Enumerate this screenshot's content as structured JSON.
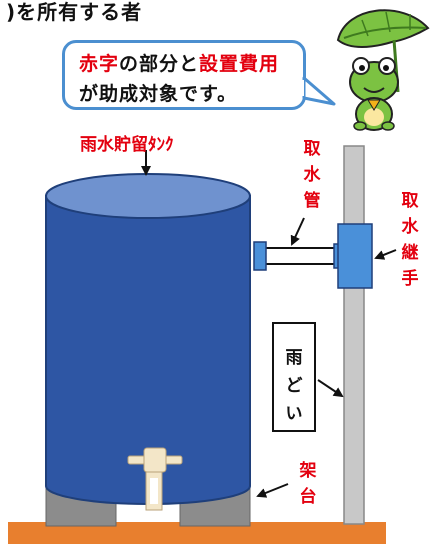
{
  "header": {
    "title": ")を所有する者"
  },
  "bubble": {
    "line1": [
      {
        "text": "赤字",
        "red": true
      },
      {
        "text": "の部分と",
        "red": false
      },
      {
        "text": "設置費用",
        "red": true
      }
    ],
    "line2": "が助成対象です。"
  },
  "labels": {
    "tank": "雨水貯留ﾀﾝｸ",
    "intake_pipe": [
      "取",
      "水",
      "管"
    ],
    "intake_joint": [
      "取",
      "水",
      "継",
      "手"
    ],
    "gutter": [
      "雨",
      "ど",
      "い"
    ],
    "stand": [
      "架",
      "台"
    ]
  },
  "colors": {
    "accent_red": "#e3000f",
    "tank_body": "#2e56a4",
    "tank_top": "#6f92cf",
    "pipe_joint": "#4a90d9",
    "ground": "#e87f2e",
    "bubble_border": "#4b8fd0",
    "stand": "#8c8c8c",
    "gutter_pipe": "#c8c8c8"
  },
  "mascot": {
    "icon": "frog-with-leaf-umbrella-icon"
  }
}
